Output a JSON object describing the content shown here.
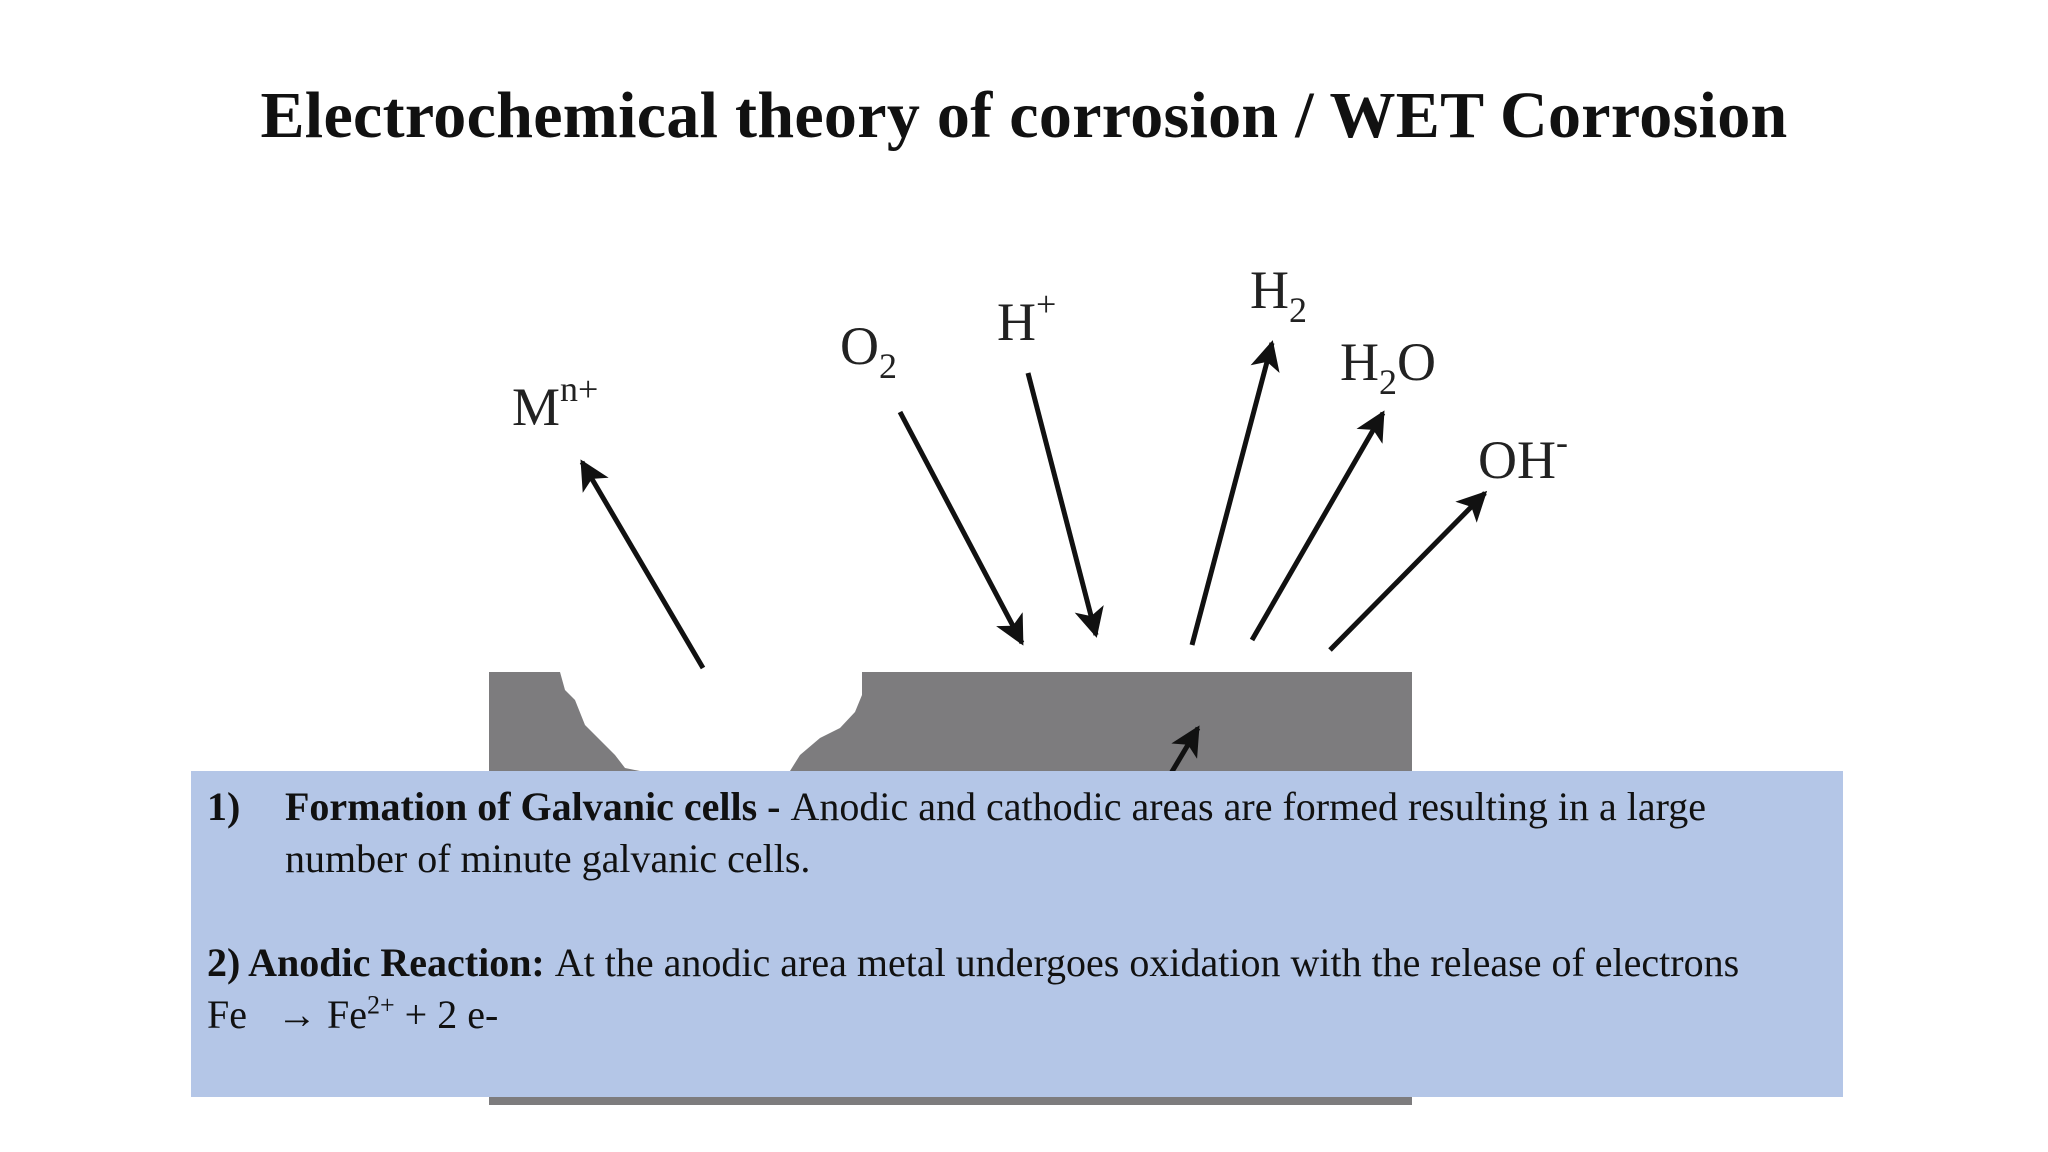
{
  "title": "Electrochemical theory of corrosion / WET Corrosion",
  "diagram": {
    "species": {
      "metal_ion": {
        "base": "M",
        "sup": "n+"
      },
      "oxygen": {
        "base": "O",
        "sub": "2"
      },
      "hydrogen_ion": {
        "base": "H",
        "sup": "+"
      },
      "hydrogen_gas": {
        "base": "H",
        "sub": "2"
      },
      "water": {
        "base": "H",
        "sub": "2",
        "tail": "O"
      },
      "hydroxide": {
        "base": "OH",
        "sup": "-"
      }
    },
    "colors": {
      "metal": "#7d7c7e",
      "arrow": "#111111",
      "box": "#b4c6e7"
    }
  },
  "points": {
    "p1_num": "1)",
    "p1_bold": "Formation of Galvanic cells - ",
    "p1_text": "Anodic and cathodic areas are formed resulting in a large number of minute galvanic cells.",
    "p2_bold": "2) Anodic Reaction: ",
    "p2_text": "At the anodic area metal undergoes oxidation with the release of electrons",
    "eq_lhs": "Fe",
    "eq_arrow": "→",
    "eq_ion": "Fe",
    "eq_ion_charge": "2+",
    "eq_rest": " + 2 e-"
  }
}
